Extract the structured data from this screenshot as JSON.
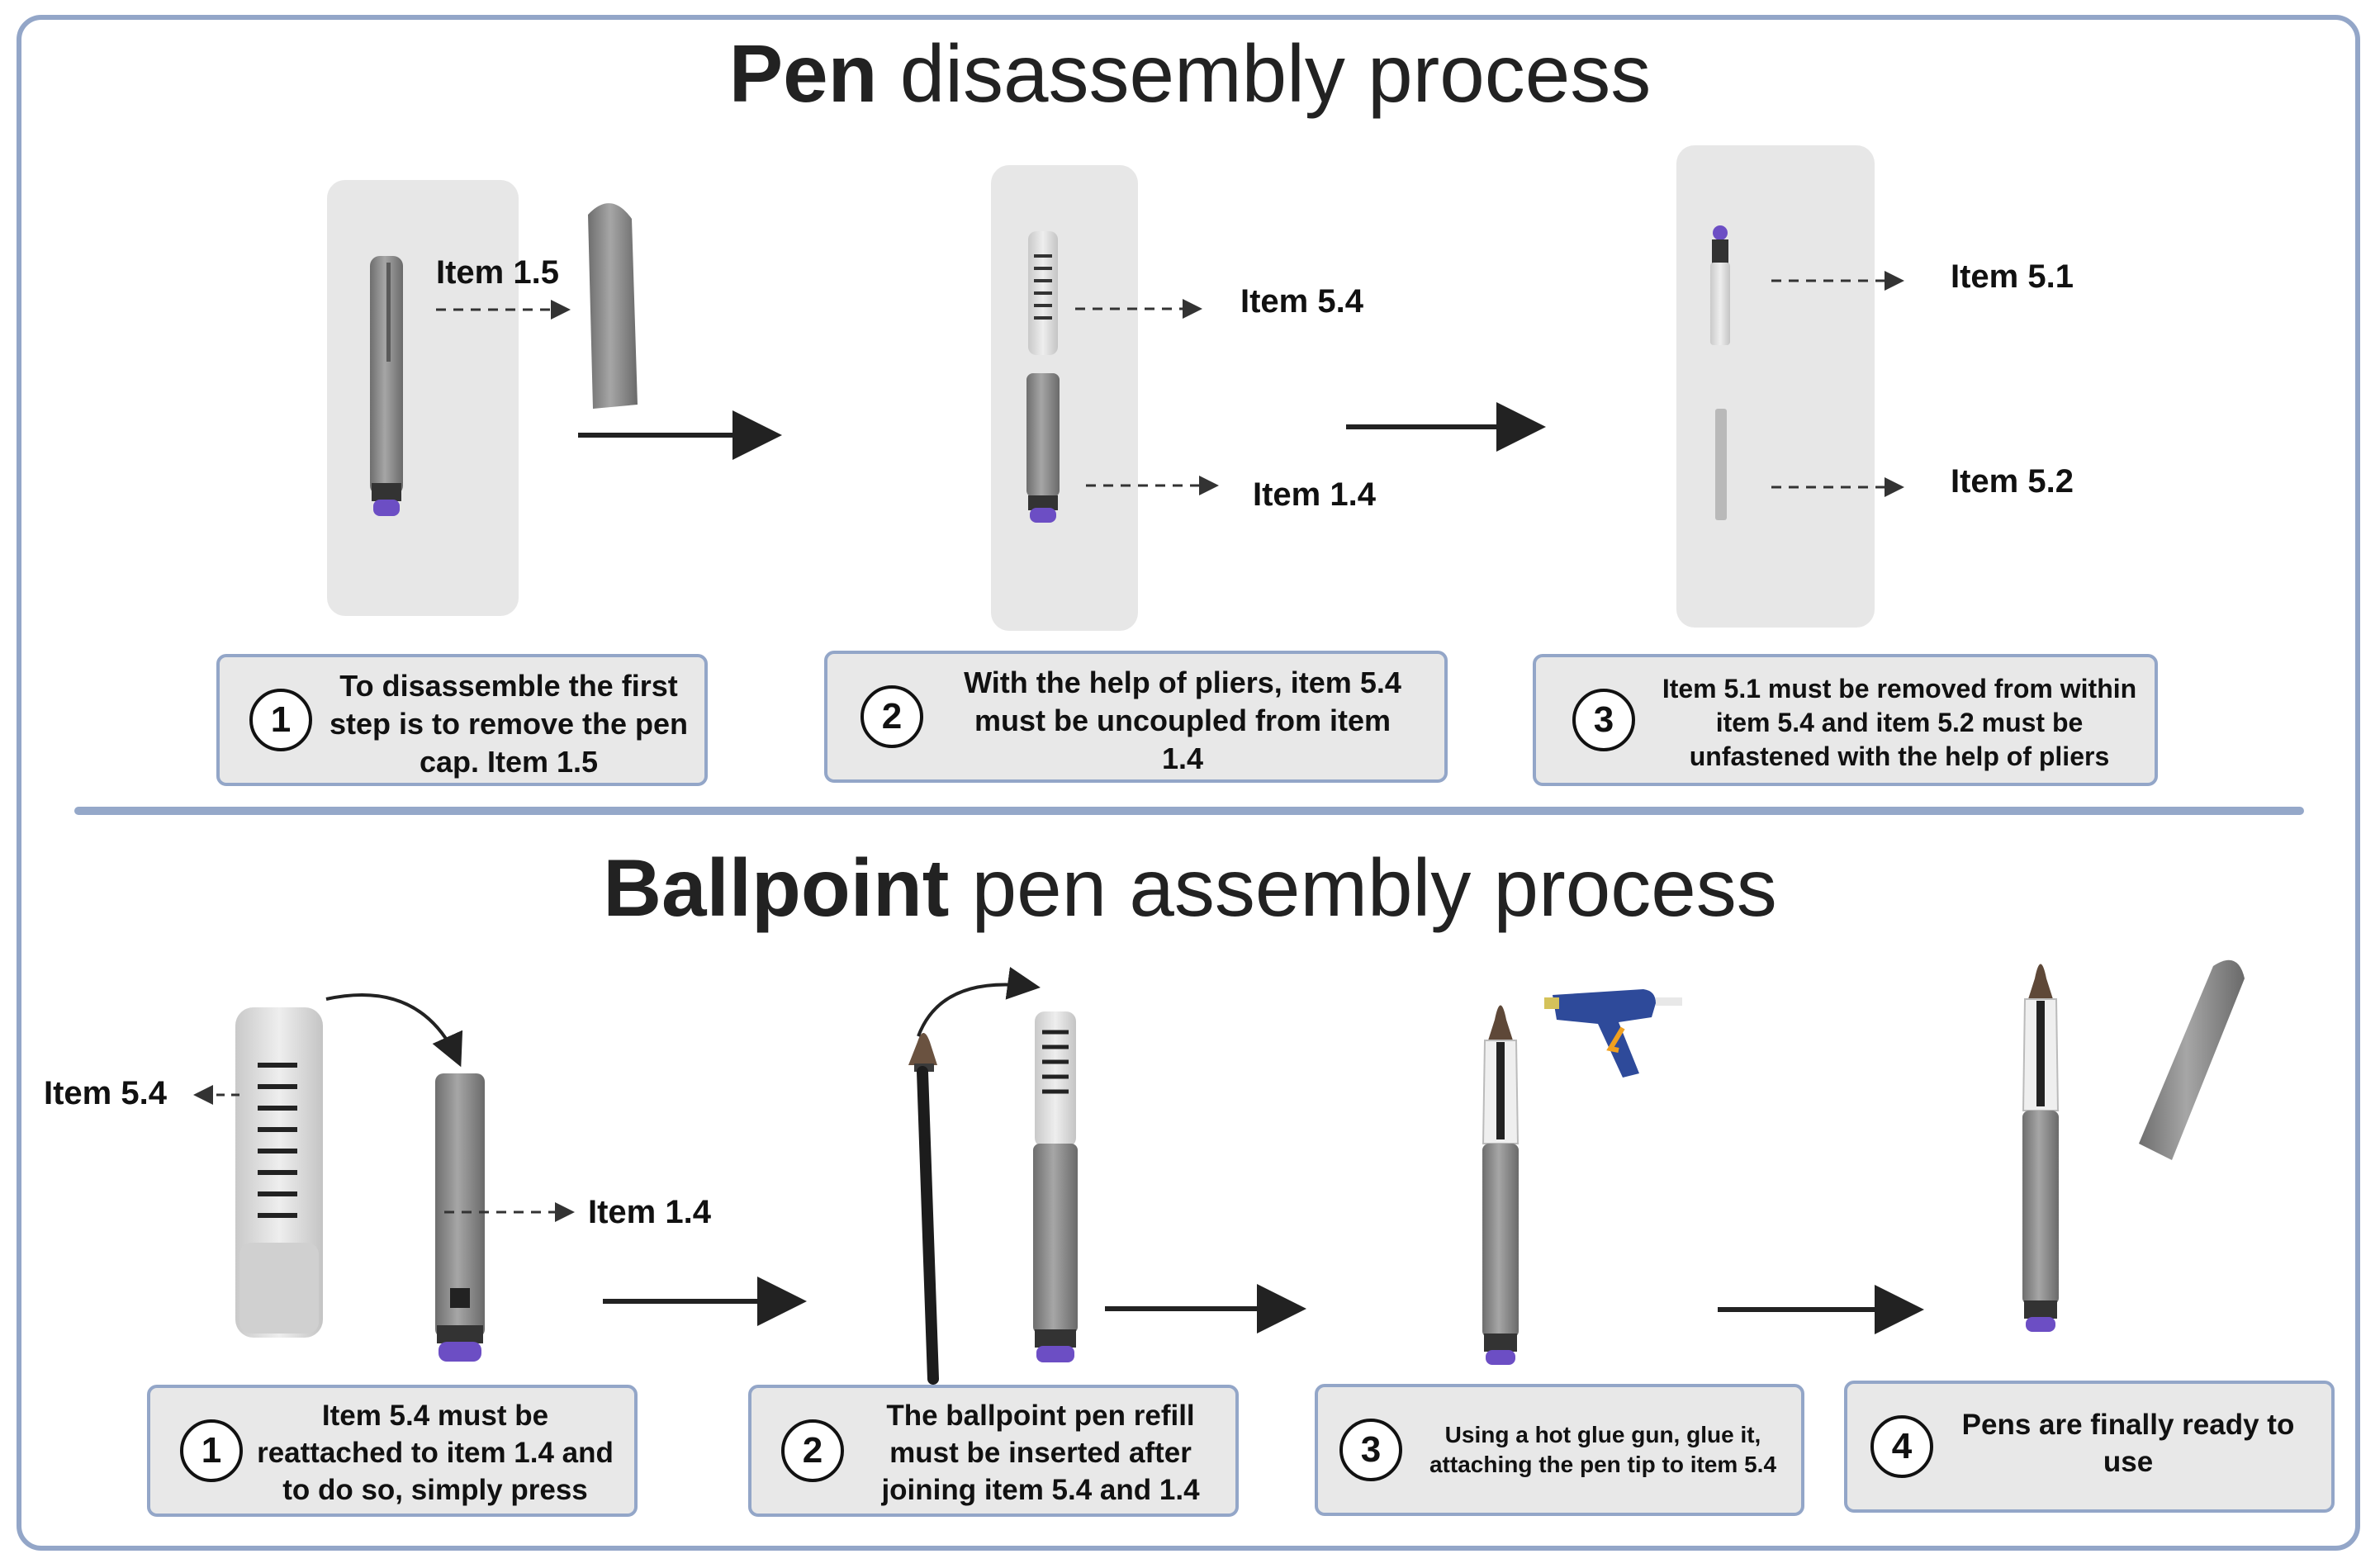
{
  "top": {
    "title_bold": "Pen",
    "title_rest": " disassembly process",
    "labels": {
      "item_1_5": "Item 1.5",
      "item_5_4": "Item 5.4",
      "item_1_4": "Item 1.4",
      "item_5_1": "Item 5.1",
      "item_5_2": "Item 5.2"
    },
    "steps": [
      {
        "num": "1",
        "text": "To disassemble the first step is to remove the pen cap. Item 1.5"
      },
      {
        "num": "2",
        "text": "With the help of pliers, item 5.4 must be uncoupled from item 1.4"
      },
      {
        "num": "3",
        "text": "Item 5.1 must be removed from within item 5.4 and item 5.2 must be unfastened with the help of pliers"
      }
    ]
  },
  "bottom": {
    "title_bold": "Ballpoint",
    "title_rest": " pen assembly process",
    "labels": {
      "item_5_4": "Item 5.4",
      "item_1_4": "Item 1.4"
    },
    "steps": [
      {
        "num": "1",
        "text": "Item 5.4 must be reattached to item 1.4 and to do so, simply press"
      },
      {
        "num": "2",
        "text": "The ballpoint pen refill must be inserted after joining item 5.4 and 1.4"
      },
      {
        "num": "3",
        "text": "Using a hot glue gun, glue it, attaching the pen tip to item 5.4"
      },
      {
        "num": "4",
        "text": "Pens are finally ready to use"
      }
    ]
  },
  "colors": {
    "frame": "#93a6c8",
    "pen_grey": "#8a8a8a",
    "pen_tip_purple": "#6c4ec4",
    "glue_gun_blue": "#2e4a9a",
    "panel_bg": "#e7e7e7"
  }
}
